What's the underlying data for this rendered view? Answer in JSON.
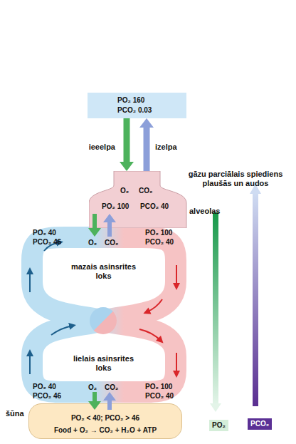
{
  "diagram": {
    "nodes": [
      {
        "text": [
          "PO₂ 160",
          "PCO₂ 0.03"
        ]
      },
      {
        "text": [
          "O₂",
          "CO₂",
          "PO₂ 100",
          "PCO₂ 40"
        ]
      },
      {
        "text": [
          "PO₂ < 40; PCO₂ > 46",
          "Food + O₂ → CO₂ + H₂O + ATP"
        ]
      }
    ],
    "edges": [
      {
        "from": 0,
        "to": 1,
        "arrow": "to",
        "label": "ieeelpa"
      },
      {
        "from": 1,
        "to": 0,
        "arrow": "to",
        "label": "izelpa"
      }
    ],
    "labels": [
      "alveolas",
      "gāzu parciālais spiediens plaušās un audos",
      "PO₂ 40",
      "PCO₂ 46",
      "O₂",
      "CO₂",
      "PO₂ 100",
      "PCO₂ 40",
      "mazais asinsrites loks",
      "lielais asinsrites loks",
      "PO₂ 40",
      "PCO₂ 46",
      "O₂",
      "CO₂",
      "PO₂ 100",
      "PCO₂ 40",
      "šūna",
      "PO₂",
      "PCO₂"
    ]
  }
}
